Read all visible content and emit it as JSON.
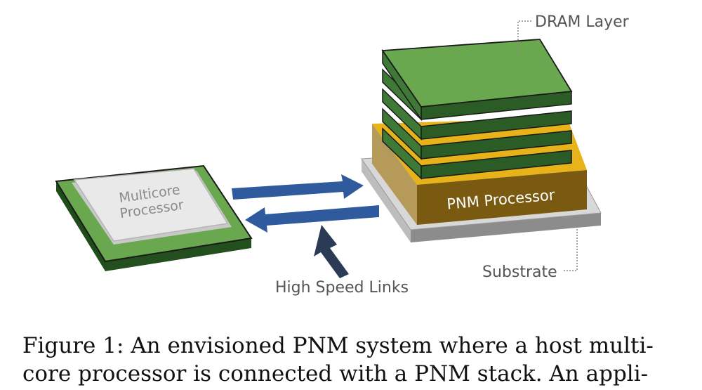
{
  "diagram": {
    "labels": {
      "cpu_line1": "Multicore",
      "cpu_line2": "Processor",
      "pnm": "PNM Processor",
      "dram": "DRAM Layer",
      "substrate": "Substrate",
      "links": "High Speed Links"
    },
    "colors": {
      "pcb_green": "#6aa84f",
      "dram_green": "#6aa84f",
      "pnm_brown": "#7a5a10",
      "pnm_gold": "#e8b319",
      "substrate_gray": "#d6d6d6",
      "arrow_blue": "#2f5a9e",
      "arrow_navy": "#2b3a55"
    }
  },
  "caption": {
    "line1": "Figure 1: An envisioned PNM system where a host multi-",
    "line2": "core processor is connected with a PNM stack. An appli-"
  }
}
